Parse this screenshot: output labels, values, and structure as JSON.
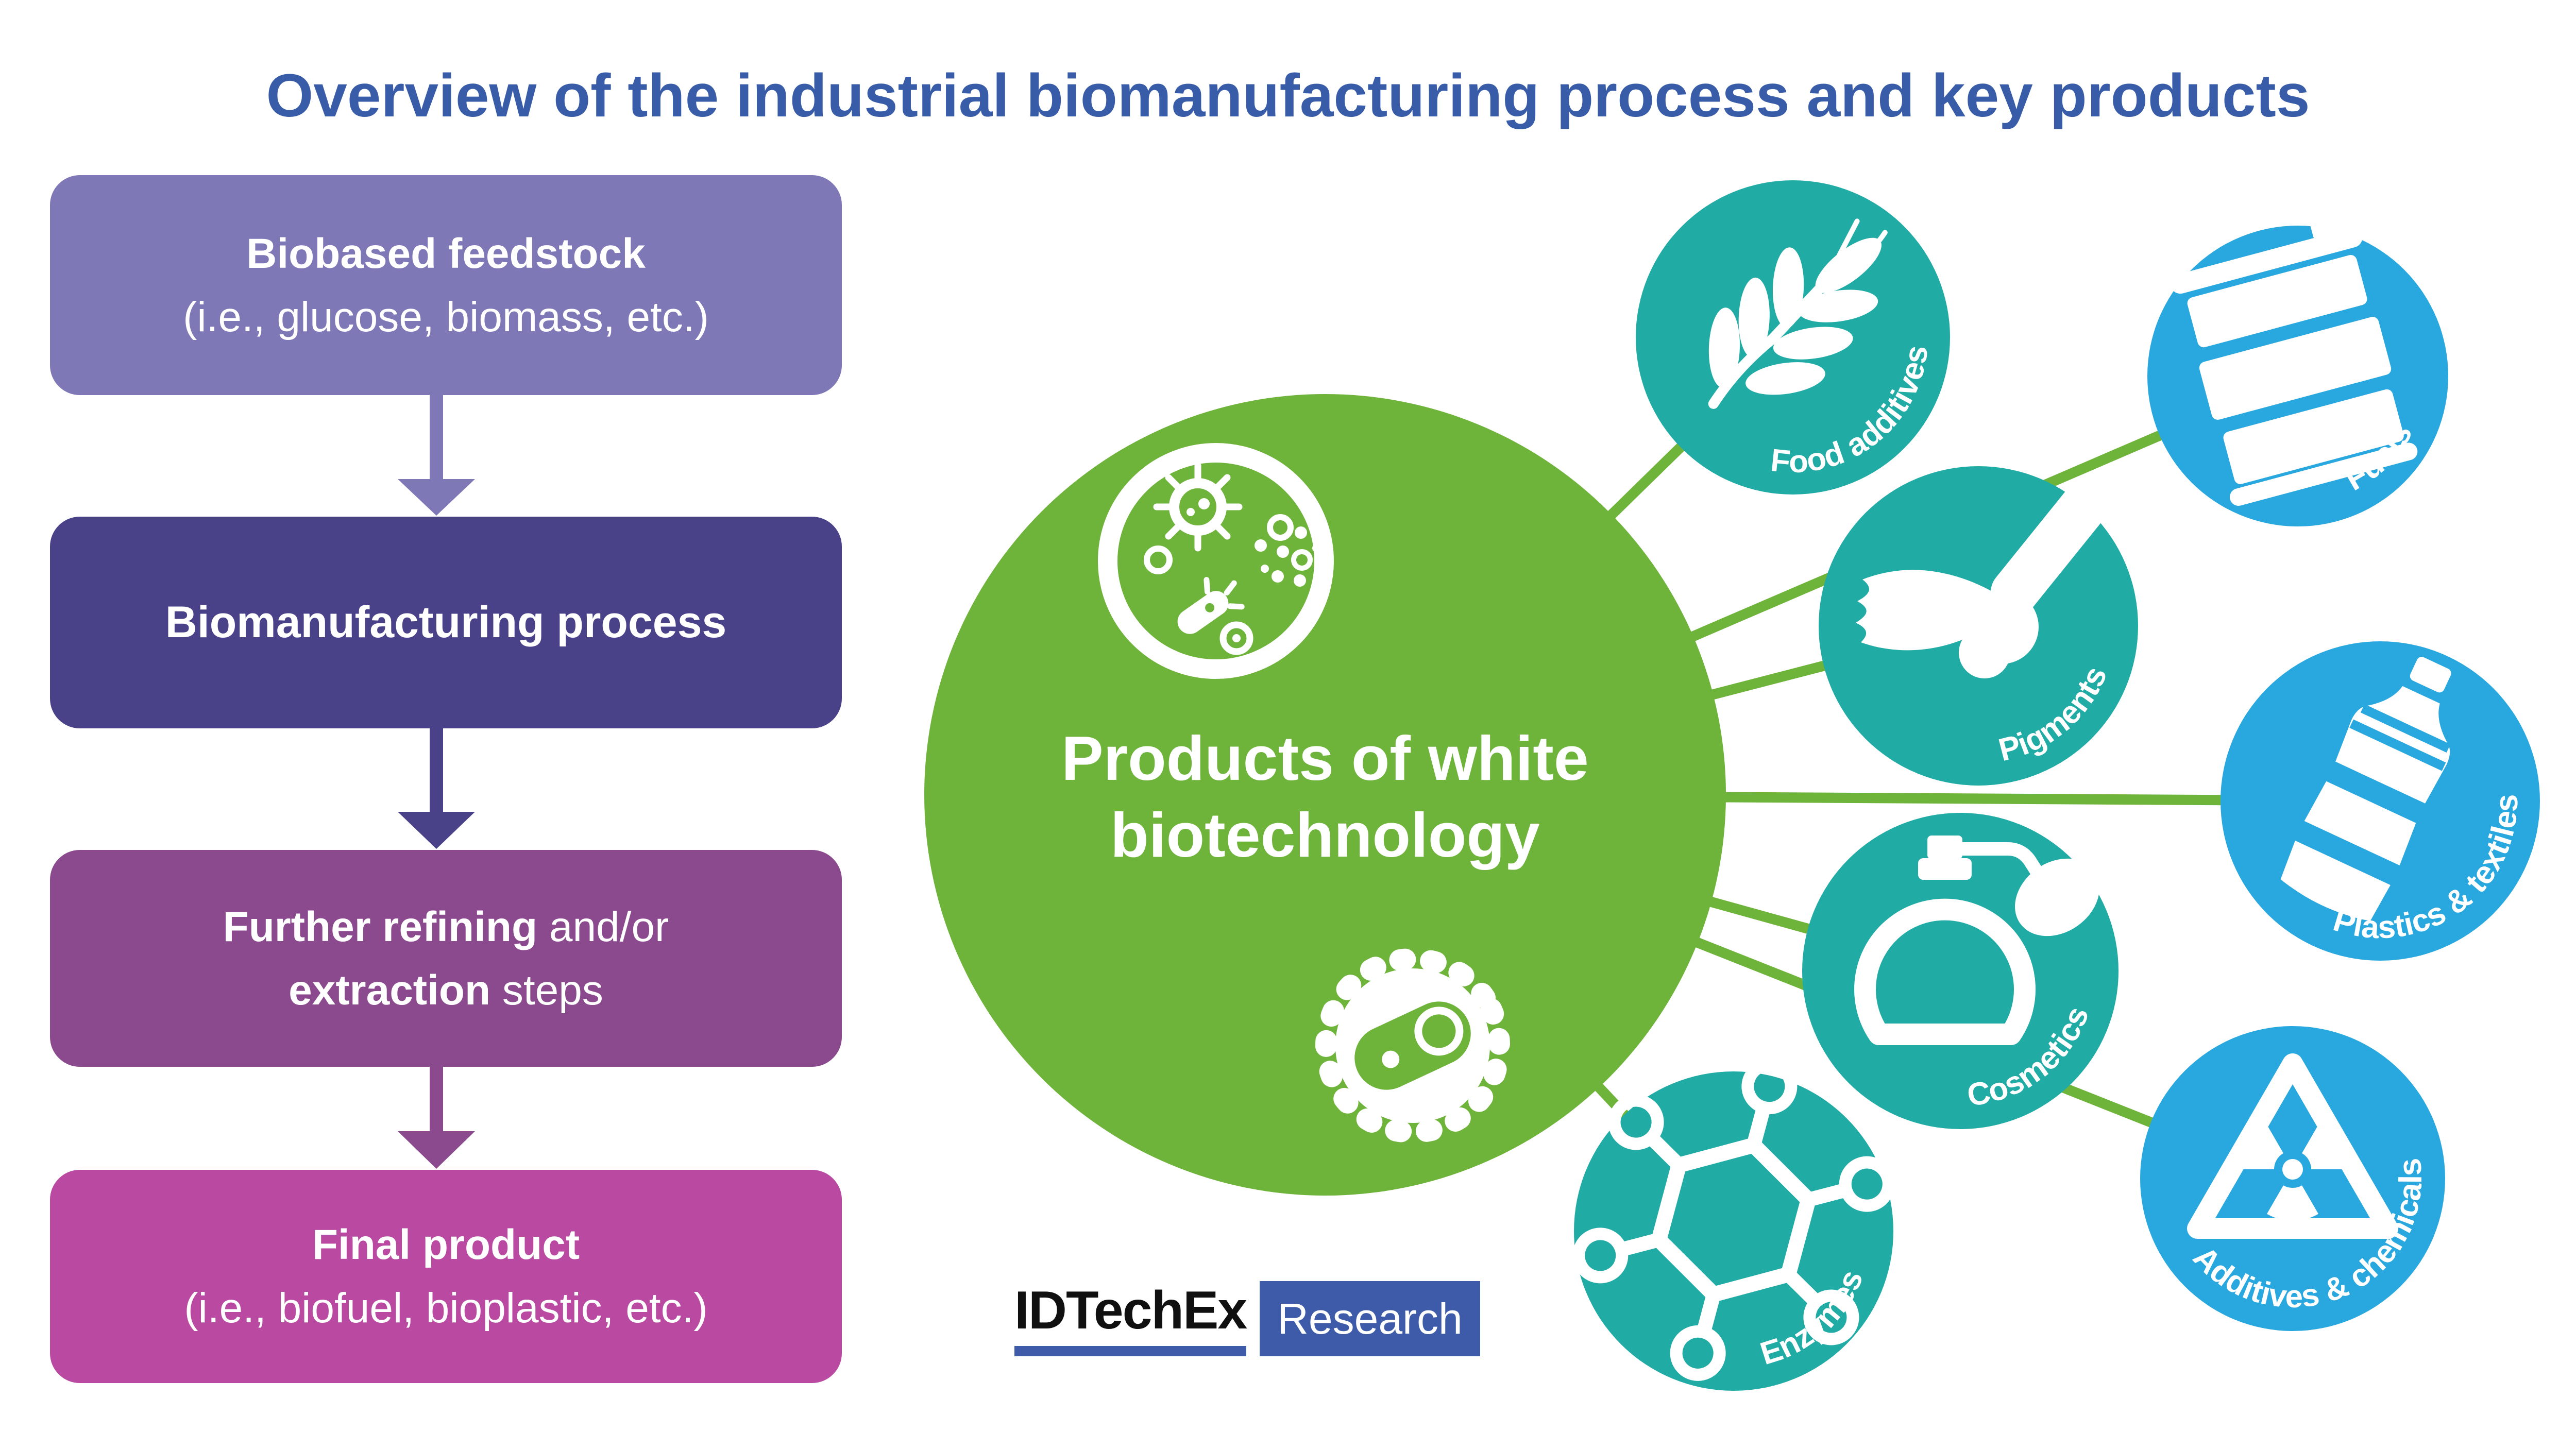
{
  "title": {
    "text": "Overview of the industrial biomanufacturing process and key products",
    "color": "#395CA8"
  },
  "flowchart": {
    "boxes": [
      {
        "line1_bold": "Biobased feedstock",
        "line2_regular": "(i.e., glucose, biomass, etc.)",
        "color": "#7F78B7"
      },
      {
        "line1_bold": "Biomanufacturing process",
        "color": "#4A4289"
      },
      {
        "line1_bold": "Further refining",
        "line1_regular": " and/or",
        "line2_bold": "extraction",
        "line2_regular": " steps",
        "color": "#8A4A8D"
      },
      {
        "line1_bold": "Final product",
        "line2_regular": "(i.e., biofuel, bioplastic, etc.)",
        "color": "#BA4AA1"
      }
    ],
    "arrow_colors": [
      "#7F78B7",
      "#4A4289",
      "#8A4A8D"
    ]
  },
  "hub": {
    "label_line1": "Products of white",
    "label_line2": "biotechnology",
    "color": "#6FB43A",
    "icons": [
      "petri-dish-icon",
      "bacteria-icon"
    ]
  },
  "connector_color": "#6FB43A",
  "palette": {
    "teal": "#20ABA5",
    "blue": "#29A8E0",
    "green": "#6FB43A"
  },
  "satellites": [
    {
      "label": "Food additives",
      "icon": "wheat-icon",
      "color": "#20ABA5"
    },
    {
      "label": "Fuels",
      "icon": "oil-barrel-icon",
      "color": "#29A8E0"
    },
    {
      "label": "Pigments",
      "icon": "paintbrush-icon",
      "color": "#20ABA5"
    },
    {
      "label": "Plastics & textiles",
      "icon": "plastic-bottle-icon",
      "color": "#29A8E0"
    },
    {
      "label": "Cosmetics",
      "icon": "perfume-icon",
      "color": "#20ABA5"
    },
    {
      "label": "Additives & chemicals",
      "icon": "radiation-icon",
      "color": "#29A8E0"
    },
    {
      "label": "Enzymes",
      "icon": "molecule-icon",
      "color": "#20ABA5"
    }
  ],
  "logo": {
    "brand": "IDTechEx",
    "label": "Research",
    "accent": "#3D5BA9",
    "brand_color": "#101010"
  }
}
